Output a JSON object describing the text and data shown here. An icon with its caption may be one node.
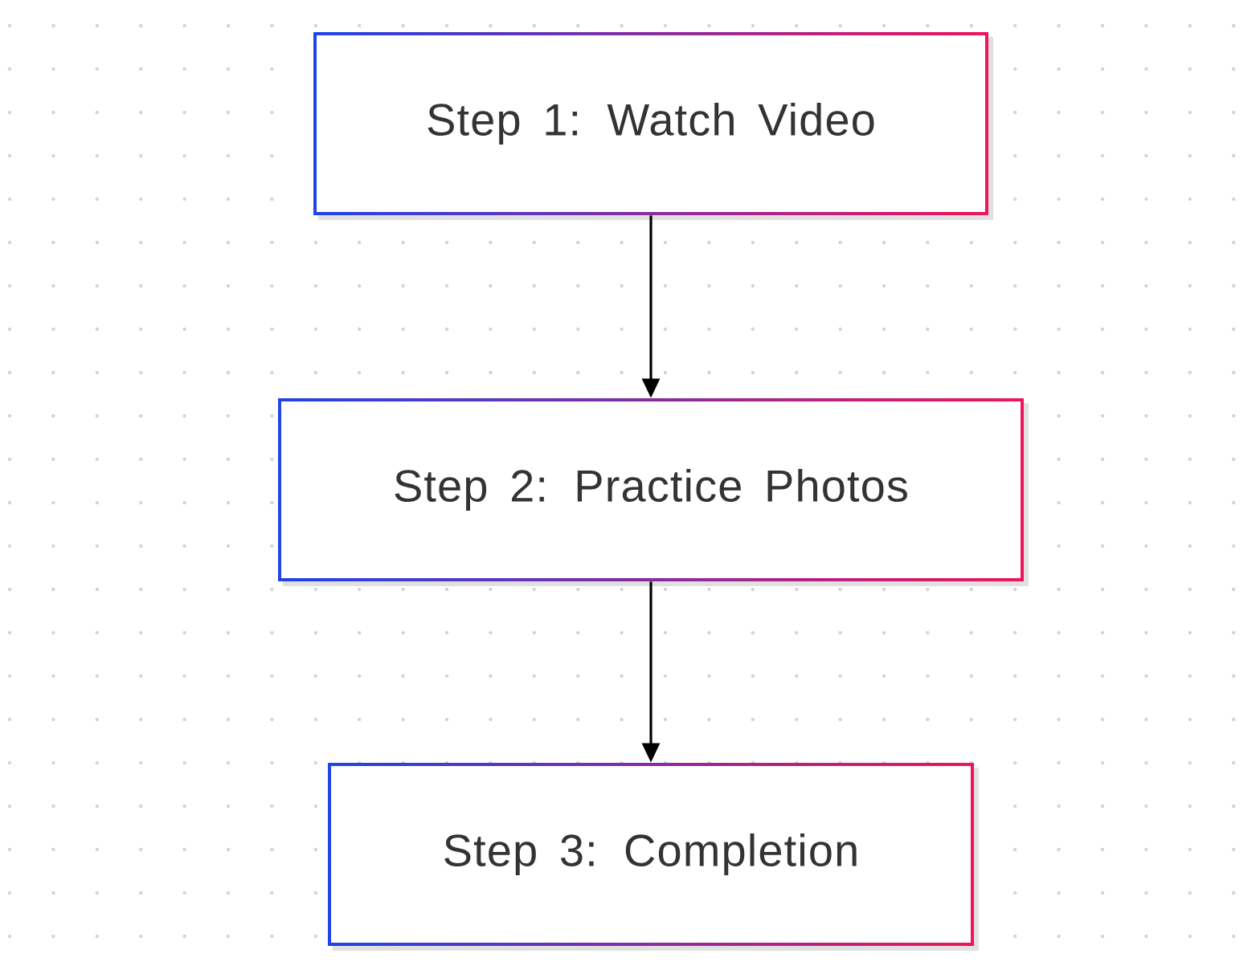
{
  "diagram": {
    "nodes": [
      {
        "text": [
          "Step 1: Watch Video"
        ]
      },
      {
        "text": [
          "Step 2: Practice Photos"
        ]
      },
      {
        "text": [
          "Step 3: Completion"
        ]
      }
    ],
    "edges": [
      {
        "from": 0,
        "to": 1,
        "arrow": "to"
      },
      {
        "from": 1,
        "to": 2,
        "arrow": "to"
      }
    ]
  }
}
